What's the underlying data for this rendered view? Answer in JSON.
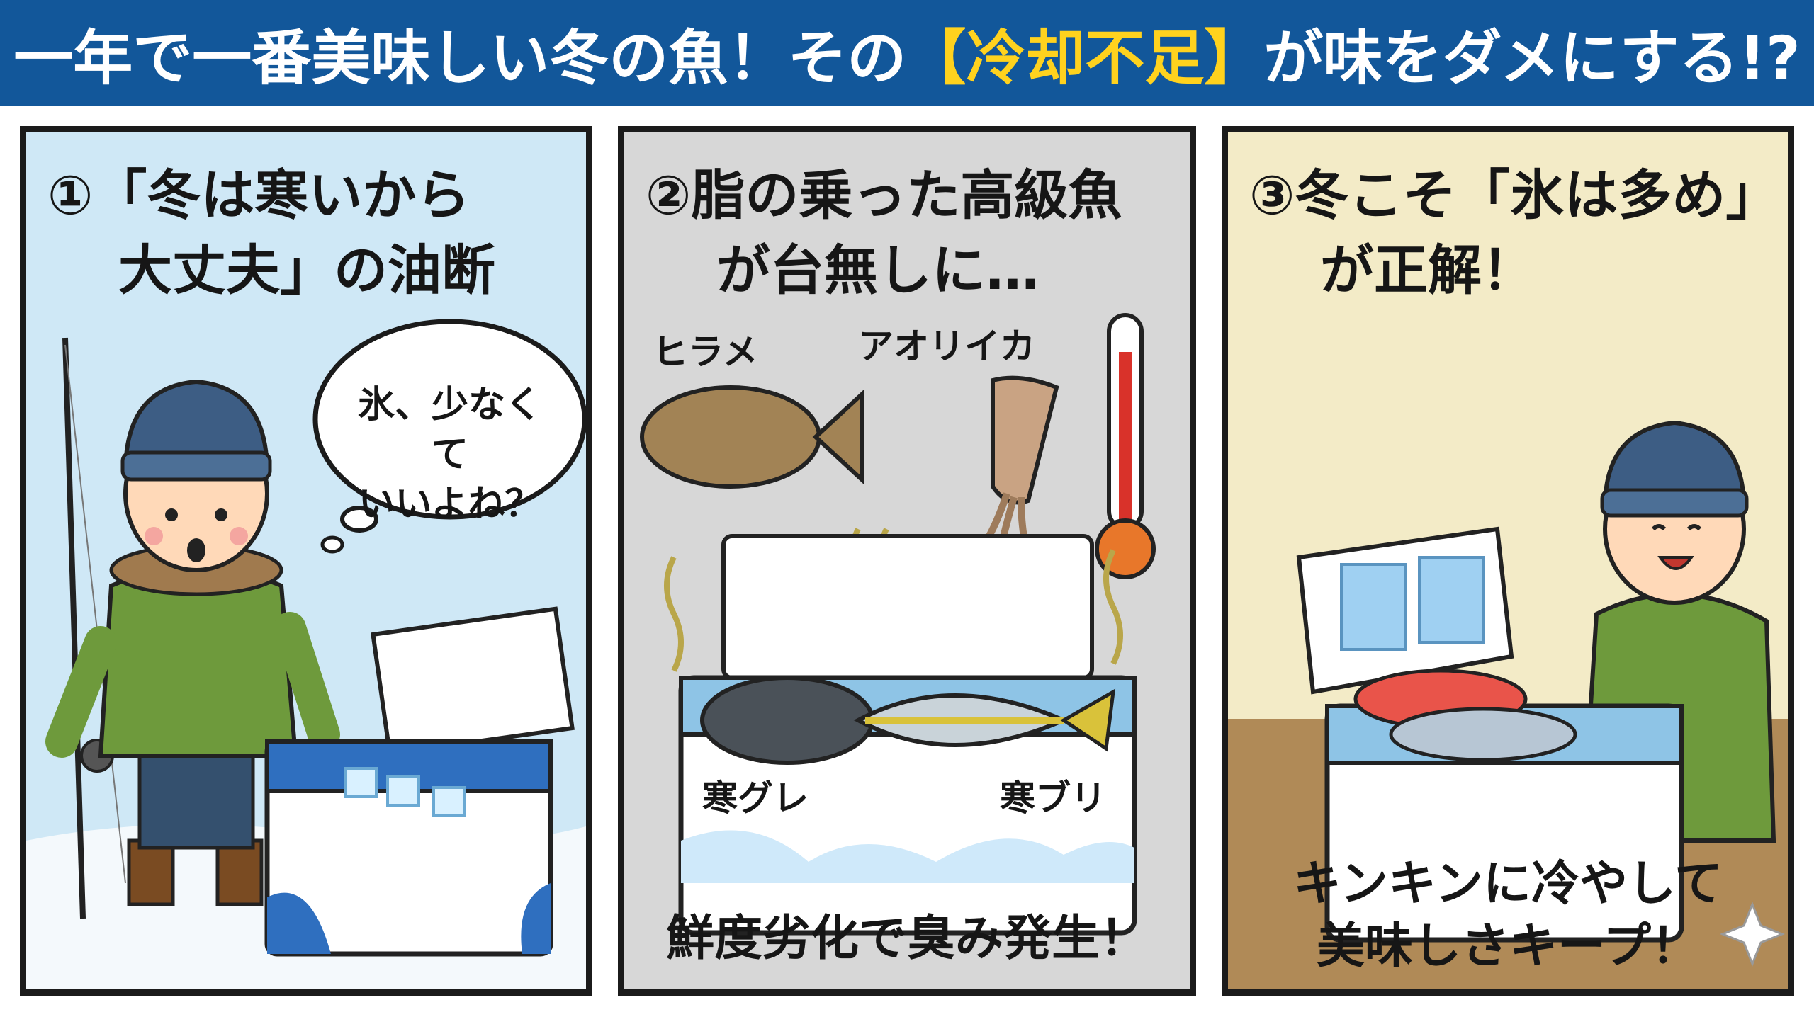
{
  "banner": {
    "title_before": "一年で一番美味しい冬の魚！その",
    "title_highlight": "【冷却不足】",
    "title_after": "が味をダメにする!?",
    "bg_color": "#12579a",
    "highlight_color": "#ffd21e"
  },
  "panels": [
    {
      "title_line1": "①「冬は寒いから",
      "title_line2": "大丈夫」の油断",
      "bubble_line1": "氷、少なくて",
      "bubble_line2": "いいよね？",
      "bg_color": "#cfe8f6"
    },
    {
      "title_line1": "②脂の乗った高級魚",
      "title_line2": "が台無しに…",
      "labels": {
        "flounder": "ヒラメ",
        "squid": "アオリイカ",
        "black_porgy": "寒グレ",
        "yellowtail": "寒ブリ"
      },
      "caption": "鮮度劣化で臭み発生！",
      "bg_color": "#d7d7d7"
    },
    {
      "title_line1": "③冬こそ「氷は多め」",
      "title_line2": "が正解！",
      "caption_line1": "キンキンに冷やして",
      "caption_line2": "美味しさキープ！",
      "bg_color": "#f3ebc7"
    }
  ]
}
